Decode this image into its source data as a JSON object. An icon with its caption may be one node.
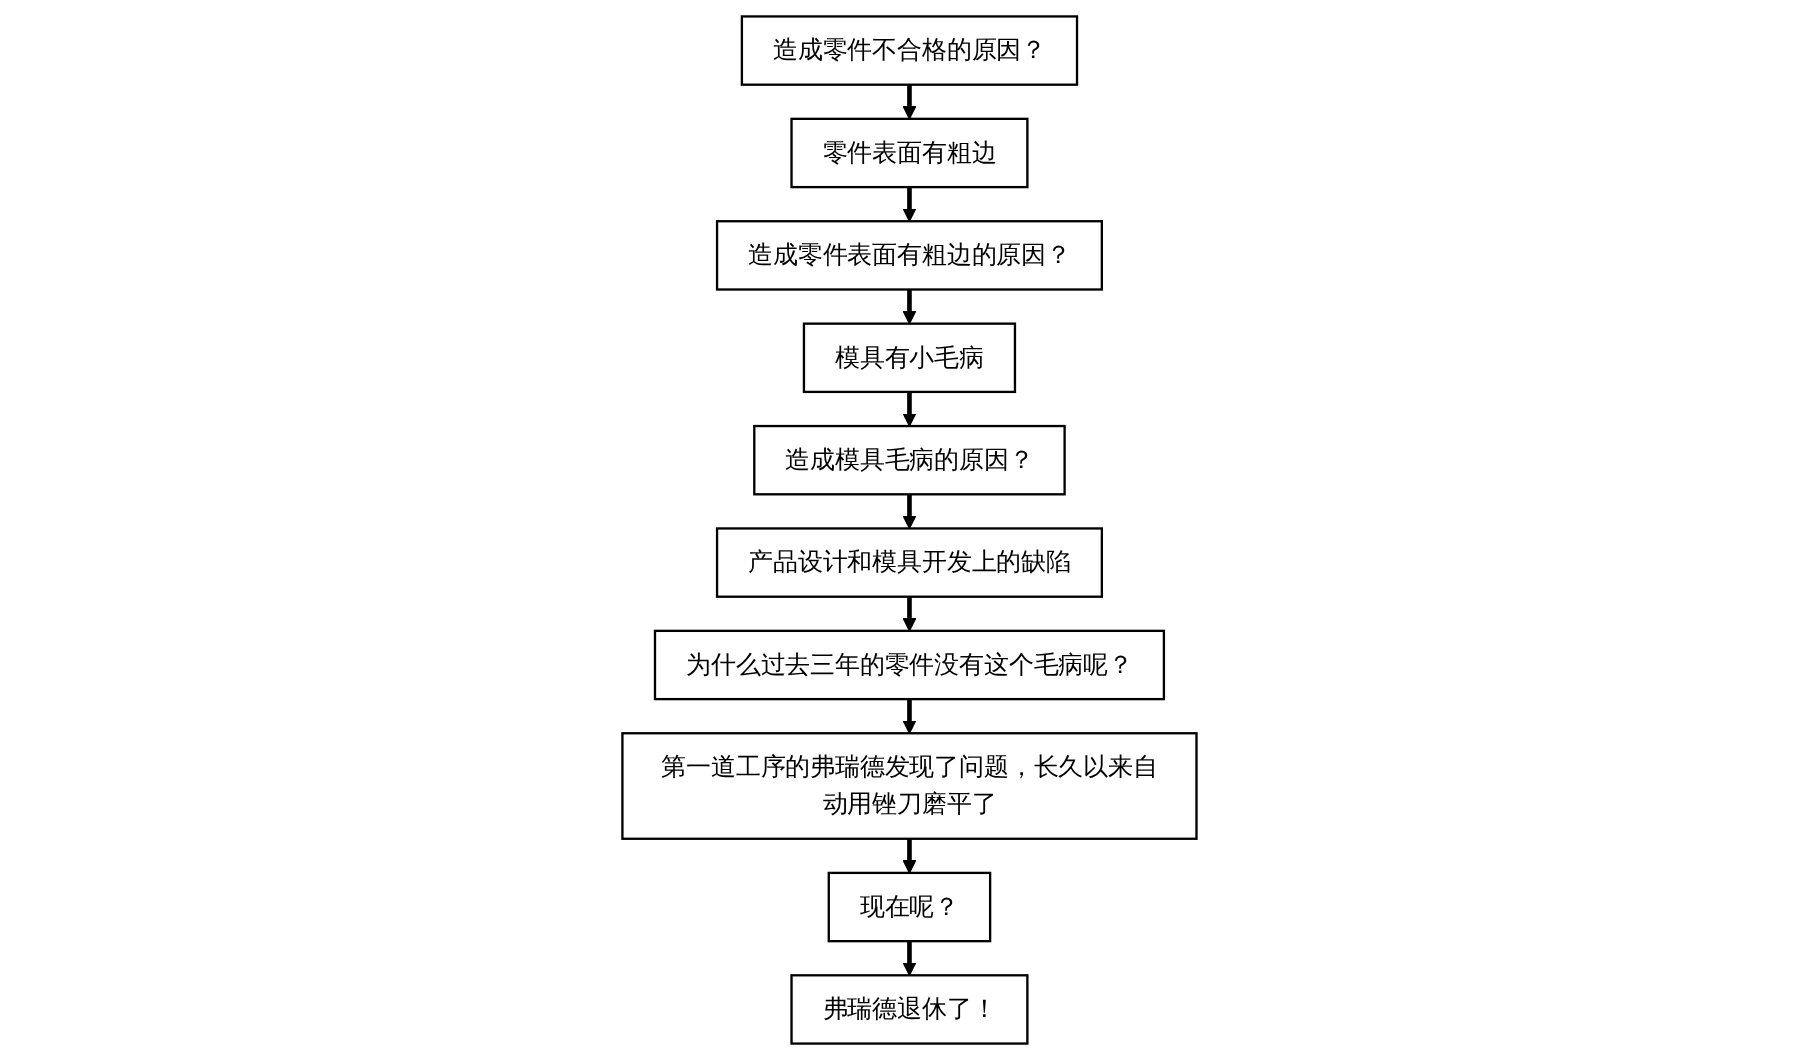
{
  "diagram": {
    "nodes": [
      {
        "text": [
          "造成零件不合格的原因？"
        ]
      },
      {
        "text": [
          "零件表面有粗边"
        ]
      },
      {
        "text": [
          "造成零件表面有粗边的原因？"
        ]
      },
      {
        "text": [
          "模具有小毛病"
        ]
      },
      {
        "text": [
          "造成模具毛病的原因？"
        ]
      },
      {
        "text": [
          "产品设计和模具开发上的缺陷"
        ]
      },
      {
        "text": [
          "为什么过去三年的零件没有这个毛病呢？"
        ]
      },
      {
        "text": [
          "第一道工序的弗瑞德发现了问题，长久以来自动用锉刀磨平了"
        ]
      },
      {
        "text": [
          "现在呢？"
        ]
      },
      {
        "text": [
          "弗瑞德退休了！"
        ]
      }
    ],
    "edges": [
      {
        "from": 0,
        "to": 1,
        "arrow": "to"
      },
      {
        "from": 1,
        "to": 2,
        "arrow": "to"
      },
      {
        "from": 2,
        "to": 3,
        "arrow": "to"
      },
      {
        "from": 3,
        "to": 4,
        "arrow": "to"
      },
      {
        "from": 4,
        "to": 5,
        "arrow": "to"
      },
      {
        "from": 5,
        "to": 6,
        "arrow": "to"
      },
      {
        "from": 6,
        "to": 7,
        "arrow": "to"
      },
      {
        "from": 7,
        "to": 8,
        "arrow": "to"
      },
      {
        "from": 8,
        "to": 9,
        "arrow": "to"
      }
    ]
  }
}
